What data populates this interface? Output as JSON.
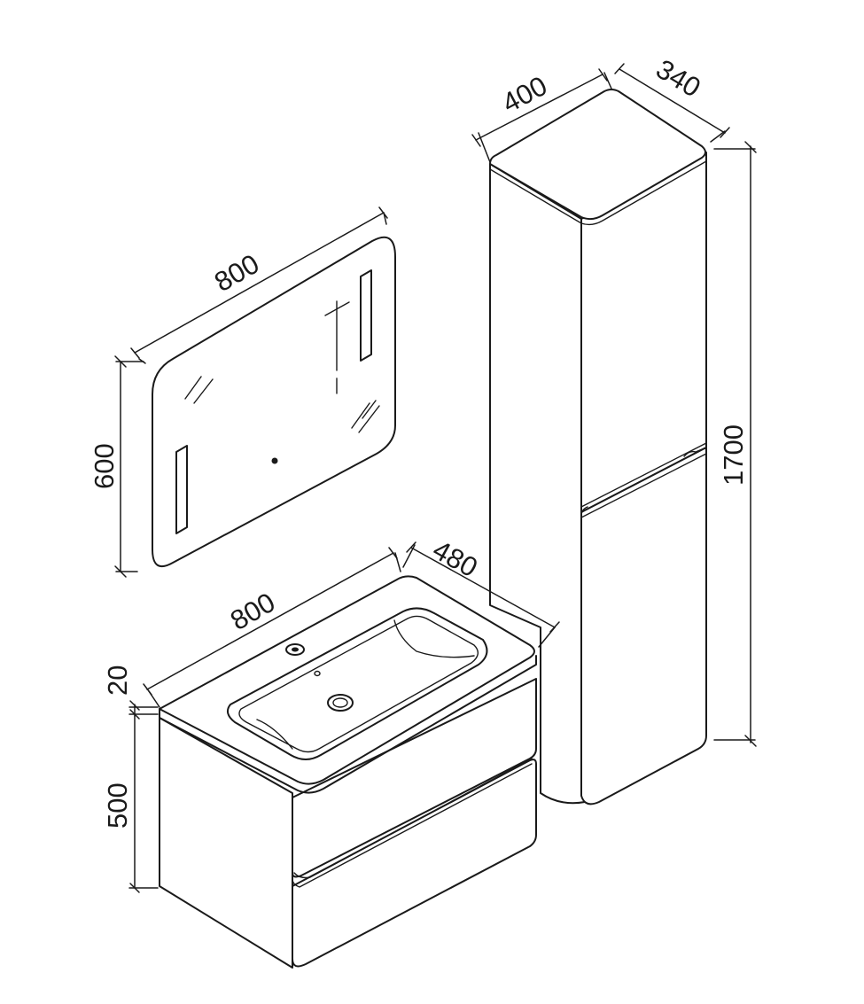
{
  "mirror": {
    "width_label": "800",
    "height_label": "600"
  },
  "vanity": {
    "width_label": "800",
    "depth_label": "480",
    "top_thickness_label": "20",
    "cabinet_height_label": "500"
  },
  "tall_cabinet": {
    "width_label": "400",
    "depth_label": "340",
    "height_label": "1700"
  }
}
